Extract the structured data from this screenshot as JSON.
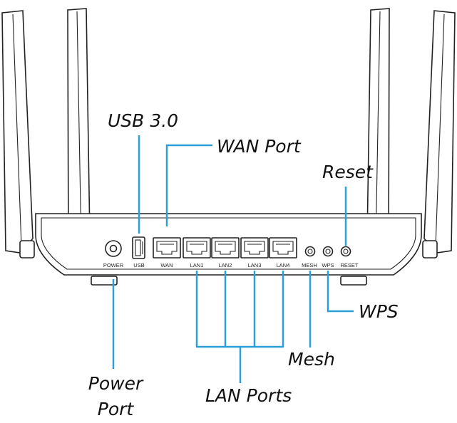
{
  "colors": {
    "leader": "#2a9fd8",
    "outline": "#222222",
    "background": "#ffffff"
  },
  "ports": {
    "power": "POWER",
    "usb": "USB",
    "wan": "WAN",
    "lan1": "LAN1",
    "lan2": "LAN2",
    "lan3": "LAN3",
    "lan4": "LAN4",
    "mesh": "MESH",
    "wps": "WPS",
    "reset": "RESET"
  },
  "callouts": {
    "usb": "USB 3.0",
    "wan": "WAN Port",
    "reset": "Reset",
    "wps": "WPS",
    "mesh": "Mesh",
    "lan": "LAN Ports",
    "power_line1": "Power",
    "power_line2": "Port"
  }
}
